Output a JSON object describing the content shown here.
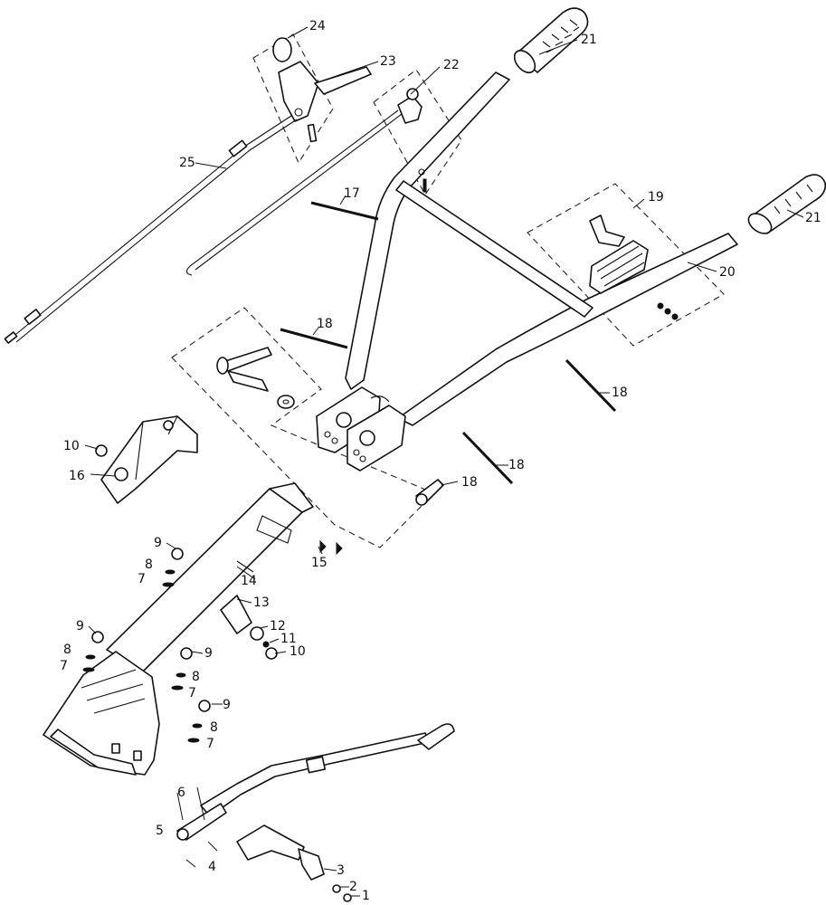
{
  "callouts": [
    {
      "id": "c1",
      "text": "1"
    },
    {
      "id": "c2",
      "text": "2"
    },
    {
      "id": "c3",
      "text": "3"
    },
    {
      "id": "c4",
      "text": "4"
    },
    {
      "id": "c5",
      "text": "5"
    },
    {
      "id": "c6",
      "text": "6"
    },
    {
      "id": "c7a",
      "text": "7"
    },
    {
      "id": "c7b",
      "text": "7"
    },
    {
      "id": "c7c",
      "text": "7"
    },
    {
      "id": "c7d",
      "text": "7"
    },
    {
      "id": "c8a",
      "text": "8"
    },
    {
      "id": "c8b",
      "text": "8"
    },
    {
      "id": "c8c",
      "text": "8"
    },
    {
      "id": "c8d",
      "text": "8"
    },
    {
      "id": "c9a",
      "text": "9"
    },
    {
      "id": "c9b",
      "text": "9"
    },
    {
      "id": "c9c",
      "text": "9"
    },
    {
      "id": "c9d",
      "text": "9"
    },
    {
      "id": "c10a",
      "text": "10"
    },
    {
      "id": "c10b",
      "text": "10"
    },
    {
      "id": "c11",
      "text": "11"
    },
    {
      "id": "c12",
      "text": "12"
    },
    {
      "id": "c13",
      "text": "13"
    },
    {
      "id": "c14",
      "text": "14"
    },
    {
      "id": "c15",
      "text": "15"
    },
    {
      "id": "c16",
      "text": "16"
    },
    {
      "id": "c17",
      "text": "17"
    },
    {
      "id": "c18a",
      "text": "18"
    },
    {
      "id": "c18b",
      "text": "18"
    },
    {
      "id": "c18c",
      "text": "18"
    },
    {
      "id": "c18d",
      "text": "18"
    },
    {
      "id": "c19",
      "text": "19"
    },
    {
      "id": "c20",
      "text": "20"
    },
    {
      "id": "c21a",
      "text": "21"
    },
    {
      "id": "c21b",
      "text": "21"
    },
    {
      "id": "c22",
      "text": "22"
    },
    {
      "id": "c23",
      "text": "23"
    },
    {
      "id": "c24",
      "text": "24"
    },
    {
      "id": "c25",
      "text": "25"
    }
  ]
}
